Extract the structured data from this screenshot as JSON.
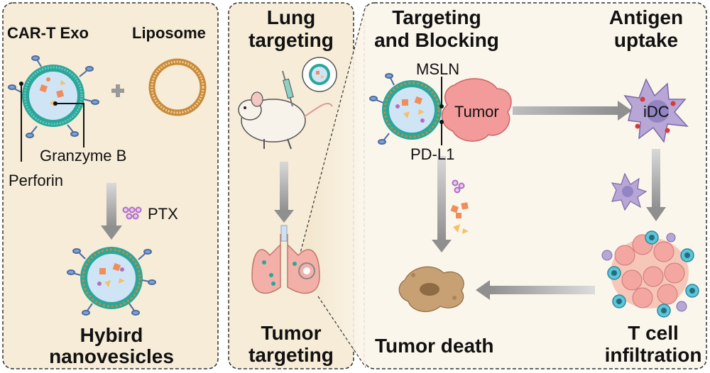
{
  "panel1": {
    "title_cart": "CAR-T Exo",
    "title_liposome": "Liposome",
    "label_granzyme": "Granzyme B",
    "label_perforin": "Perforin",
    "label_ptx": "PTX",
    "title_bottom_line1": "Hybird",
    "title_bottom_line2": "nanovesicles"
  },
  "panel2": {
    "title_top_line1": "Lung",
    "title_top_line2": "targeting",
    "title_bottom_line1": "Tumor",
    "title_bottom_line2": "targeting"
  },
  "panel3": {
    "title_blocking_line1": "Targeting",
    "title_blocking_line2": "and Blocking",
    "title_antigen_line1": "Antigen",
    "title_antigen_line2": "uptake",
    "label_msln": "MSLN",
    "label_tumor": "Tumor",
    "label_pdl1": "PD-L1",
    "label_idc": "iDC",
    "title_death": "Tumor death",
    "title_tcell_line1": "T cell",
    "title_tcell_line2": "infiltration"
  },
  "colors": {
    "panel_bg": "#f6ecd7",
    "panel_border": "#333333",
    "arrow_gray": "#9a9a9a",
    "membrane_teal": "#2aa79a",
    "vesicle_core": "#cfe5f5",
    "liposome_orange": "#c98a3c",
    "tumor_pink": "#f39a9a",
    "idc_purple": "#b7a6d6",
    "ptx_purple": "#b06fc4",
    "lung_pink": "#f2b0a8",
    "dead_tumor_brown": "#c7a173"
  }
}
